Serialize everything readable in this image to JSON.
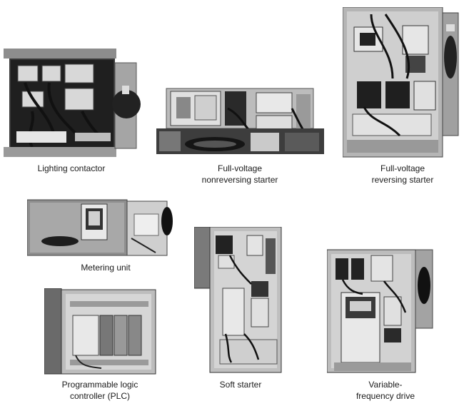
{
  "figure": {
    "panels": [
      {
        "id": "lighting-contactor",
        "caption": [
          "Lighting contactor"
        ]
      },
      {
        "id": "fv-nonreversing",
        "caption": [
          "Full-voltage",
          "nonreversing starter"
        ]
      },
      {
        "id": "fv-reversing",
        "caption": [
          "Full-voltage",
          "reversing starter"
        ]
      },
      {
        "id": "metering-unit",
        "caption": [
          "Metering unit"
        ]
      },
      {
        "id": "plc",
        "caption": [
          "Programmable logic",
          "controller (PLC)"
        ]
      },
      {
        "id": "soft-starter",
        "caption": [
          "Soft starter"
        ]
      },
      {
        "id": "vfd",
        "caption": [
          "Variable-",
          "frequency drive"
        ]
      }
    ]
  }
}
